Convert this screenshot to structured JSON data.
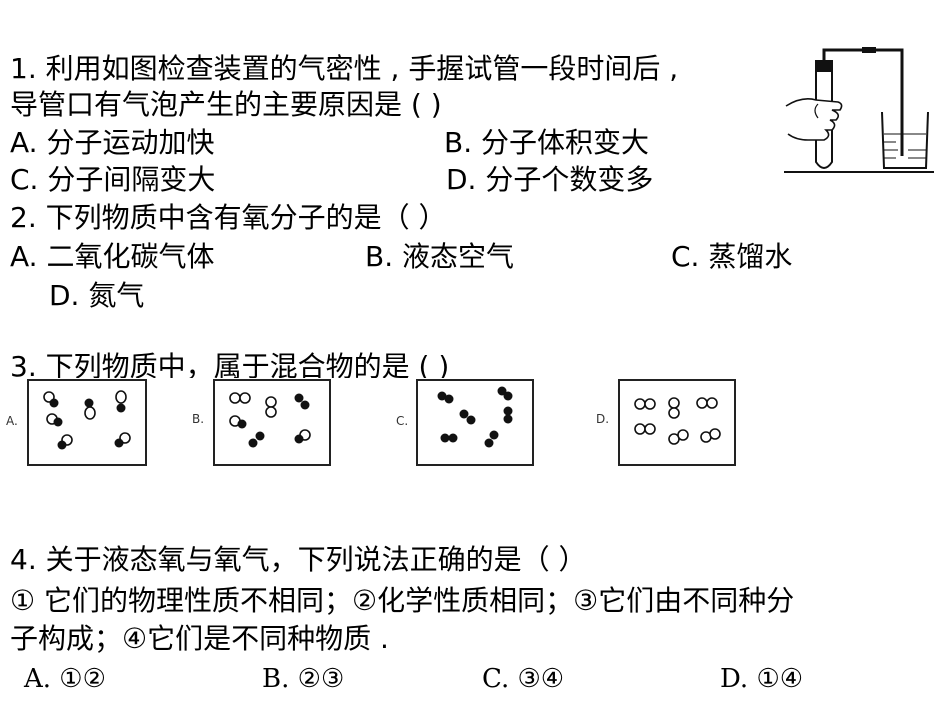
{
  "q1": {
    "line1": "1. 利用如图检查装置的气密性 , 手握试管一段时间后 ,",
    "line2": "导管口有气泡产生的主要原因是 (  )",
    "opt_a": "A.  分子运动加快",
    "opt_b": "B.  分子体积变大",
    "opt_c": "C.  分子间隔变大",
    "opt_d": "D.  分子个数变多"
  },
  "q2": {
    "stem": "2. 下列物质中含有氧分子的是（    ）",
    "opt_a": "A.  二氧化碳气体",
    "opt_b": "B.  液态空气",
    "opt_c": "C.  蒸馏水",
    "opt_d": "D.  氮气"
  },
  "q3": {
    "stem": "3. 下列物质中，属于混合物的是 (    )",
    "labels": [
      "A.",
      "B.",
      "C.",
      "D."
    ]
  },
  "q4": {
    "stem": "4. 关于液态氧与氧气，下列说法正确的是（    ）",
    "line2": "① 它们的物理性质不相同；②化学性质相同；③它们由不同种分",
    "line3": "子构成；④它们是不同种物质 .",
    "opt_a": "A.  ①②",
    "opt_b": "B.  ②③",
    "opt_c": "C.  ③④",
    "opt_d": "D.  ①④"
  },
  "colors": {
    "ink": "#000000",
    "frame": "#222222"
  }
}
